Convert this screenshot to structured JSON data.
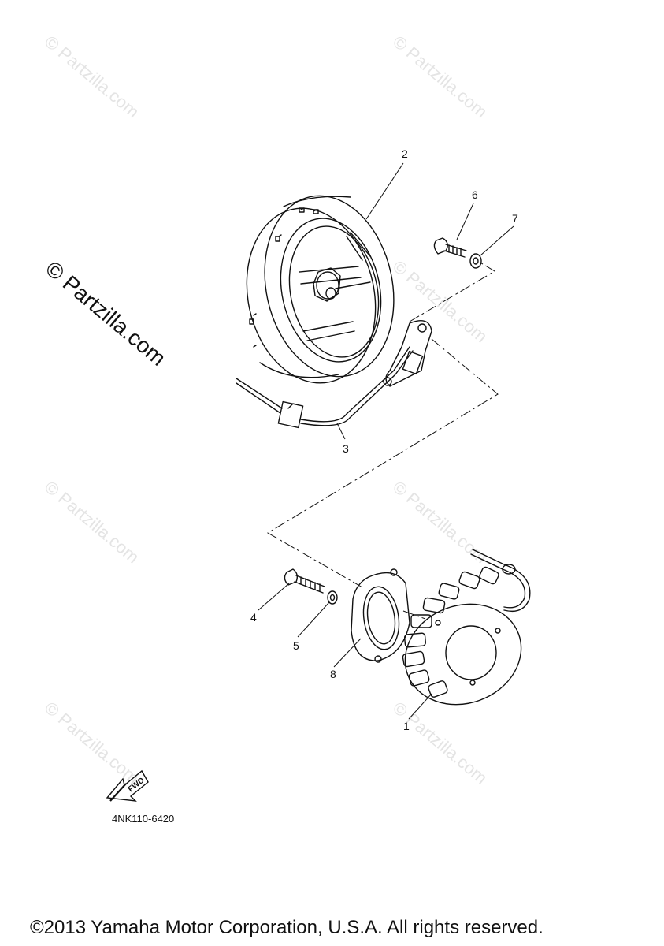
{
  "watermark": {
    "small_text": "© Partzilla.com",
    "large_text": "© Partzilla.com"
  },
  "callouts": {
    "1": "1",
    "2": "2",
    "3": "3",
    "4": "4",
    "5": "5",
    "6": "6",
    "7": "7",
    "8": "8"
  },
  "fwd_arrow_label": "FWD",
  "diagram_code": "4NK110-6420",
  "copyright": "©2013 Yamaha Motor Corporation, U.S.A. All rights reserved."
}
